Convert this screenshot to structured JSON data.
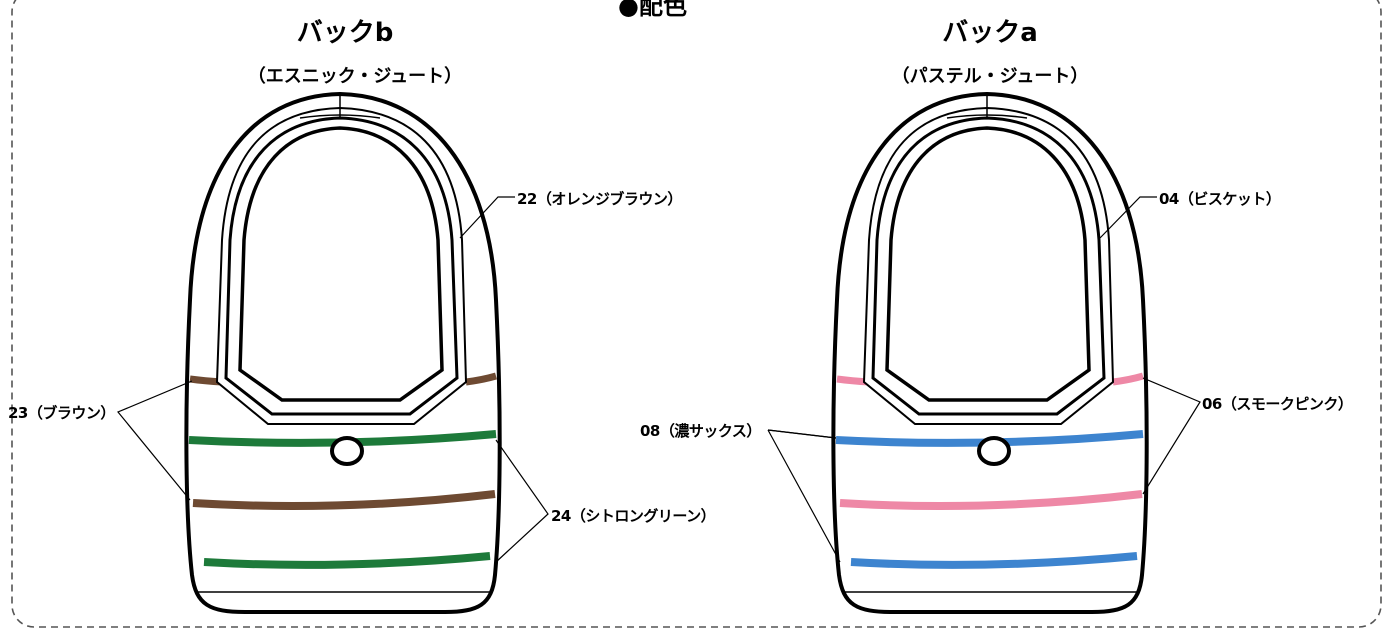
{
  "heading": "●配色",
  "bags": [
    {
      "title": "バックb",
      "subtitle": "（エスニック・ジュート）",
      "colors": {
        "band_top": "#6e4a32",
        "band_mid_green": "#1d7a3a",
        "band_brown": "#6e4a32",
        "band_bottom": "#1d7a3a"
      },
      "callouts": {
        "handle": "22（オレンジブラウン）",
        "left": "23（ブラウン）",
        "right": "24（シトロングリーン）"
      }
    },
    {
      "title": "バックa",
      "subtitle": "（パステル・ジュート）",
      "colors": {
        "band_top": "#ee88a6",
        "band_mid_green": "#3d84cf",
        "band_brown": "#ee88a6",
        "band_bottom": "#3d84cf"
      },
      "callouts": {
        "handle": "04（ビスケット）",
        "left": "08（濃サックス）",
        "right": "06（スモークピンク）"
      }
    }
  ]
}
